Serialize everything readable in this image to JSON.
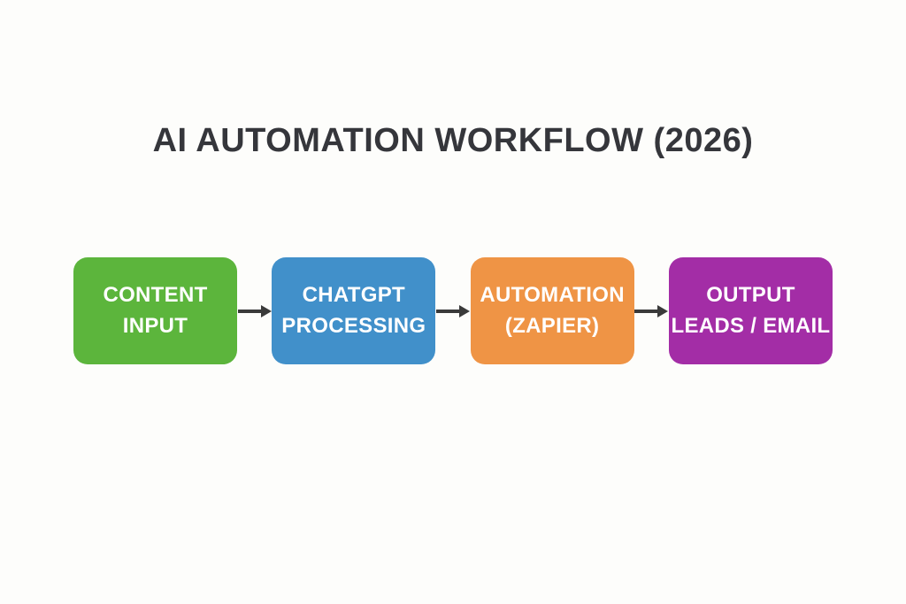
{
  "page": {
    "background_color": "#fdfdfb",
    "title": "AI AUTOMATION WORKFLOW (2026)",
    "title_color": "#35363b"
  },
  "workflow": {
    "arrow_color": "#3a3a3a",
    "text_color": "#ffffff",
    "steps": [
      {
        "line1": "CONTENT",
        "line2": "INPUT",
        "color": "#5cb53c"
      },
      {
        "line1": "CHATGPT",
        "line2": "PROCESSING",
        "color": "#4190ca"
      },
      {
        "line1": "AUTOMATION",
        "line2": "(ZAPIER)",
        "color": "#ef9445"
      },
      {
        "line1": "OUTPUT",
        "line2": "LEADS / EMAIL",
        "color": "#a32da6"
      }
    ]
  }
}
